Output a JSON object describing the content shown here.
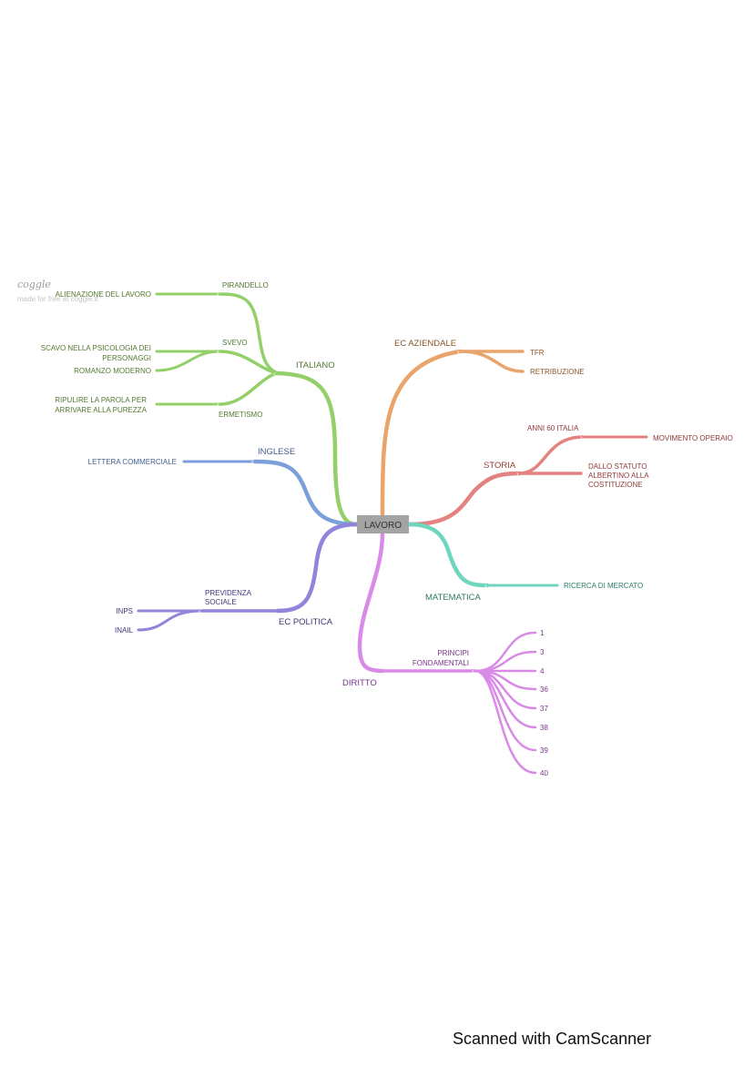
{
  "logo": {
    "name": "coggle",
    "tagline": "made for free at coggle.it"
  },
  "root": {
    "label": "LAVORO"
  },
  "branches": {
    "italiano": {
      "label": "ITALIANO",
      "color": "#94d06a",
      "text_color": "#55782f",
      "pirandello": "PIRANDELLO",
      "alienazione": "ALIENAZIONE DEL LAVORO",
      "svevo": "SVEVO",
      "scavo_line1": "SCAVO NELLA PSICOLOGIA DEI",
      "scavo_line2": "PERSONAGGI",
      "romanzo": "ROMANZO MODERNO",
      "ermetismo": "ERMETISMO",
      "ripulire_line1": "RIPULIRE LA PAROLA PER",
      "ripulire_line2": "ARRIVARE ALLA PUREZZA"
    },
    "inglese": {
      "label": "INGLESE",
      "color": "#7b9fd9",
      "text_color": "#3f5e8c",
      "lettera": "LETTERA COMMERCIALE"
    },
    "ec_politica": {
      "label": "EC POLITICA",
      "color": "#8f85da",
      "text_color": "#3d3878",
      "previdenza_line1": "PREVIDENZA",
      "previdenza_line2": "SOCIALE",
      "inps": "INPS",
      "inail": "INAIL"
    },
    "ec_aziendale": {
      "label": "EC AZIENDALE",
      "color": "#e8a46a",
      "text_color": "#8a5425",
      "tfr": "TFR",
      "retribuzione": "RETRIBUZIONE"
    },
    "storia": {
      "label": "STORIA",
      "color": "#e4827f",
      "text_color": "#8f3a36",
      "anni60": "ANNI 60 ITALIA",
      "movimento": "MOVIMENTO OPERAIO",
      "statuto_line1": "DALLO STATUTO",
      "statuto_line2": "ALBERTINO ALLA",
      "statuto_line3": "COSTITUZIONE"
    },
    "matematica": {
      "label": "MATEMATICA",
      "color": "#6ed6bd",
      "text_color": "#2b7a68",
      "ricerca": "RICERCA DI MERCATO"
    },
    "diritto": {
      "label": "DIRITTO",
      "color": "#d98ae6",
      "text_color": "#7a3389",
      "principi_line1": "PRINCIPI",
      "principi_line2": "FONDAMENTALI",
      "articles": [
        "1",
        "3",
        "4",
        "36",
        "37",
        "38",
        "39",
        "40"
      ]
    }
  },
  "footer": {
    "text": "Scanned with CamScanner"
  }
}
